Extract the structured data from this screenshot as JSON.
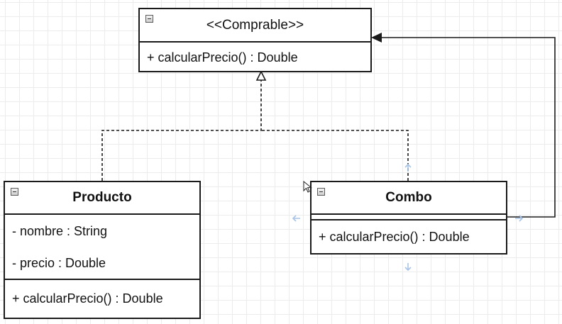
{
  "diagram": {
    "interface": {
      "stereotype": "<<Comprable>>",
      "methods": [
        "+ calcularPrecio() : Double"
      ]
    },
    "producto": {
      "name": "Producto",
      "attributes": [
        "- nombre : String",
        "- precio : Double"
      ],
      "methods": [
        "+ calcularPrecio() : Double"
      ]
    },
    "combo": {
      "name": "Combo",
      "attributes": [],
      "methods": [
        "+ calcularPrecio() : Double"
      ]
    },
    "relations": [
      {
        "type": "realization",
        "from": "Producto",
        "to": "<<Comprable>>"
      },
      {
        "type": "realization",
        "from": "Combo",
        "to": "<<Comprable>>"
      },
      {
        "type": "association",
        "from": "Combo",
        "to": "<<Comprable>>"
      }
    ],
    "colors": {
      "line": "#1a1a1a",
      "grid": "#ececec",
      "selection_handle": "#a9c4e6"
    }
  }
}
